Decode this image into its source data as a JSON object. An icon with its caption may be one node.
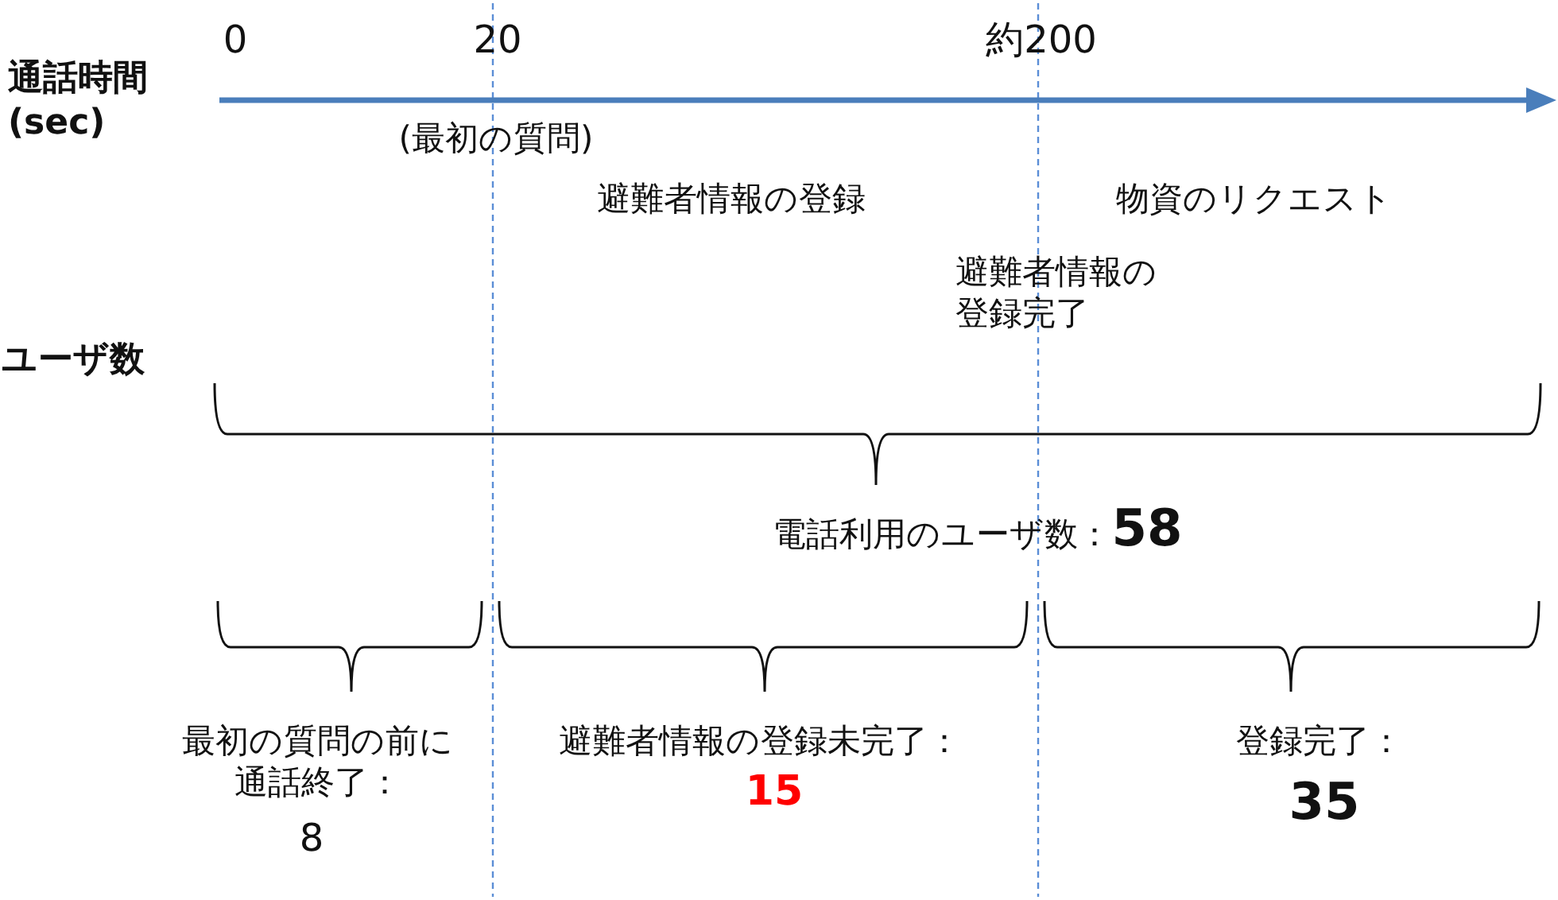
{
  "diagram": {
    "labels": [
      "通話時間 (sec)",
      "0",
      "20",
      "約200",
      "(最初の質問)",
      "避難者情報の登録",
      "物資のリクエスト",
      "避難者情報の登録完了",
      "ユーザ数",
      "電話利用のユーザ数：**58**",
      "最初の質問の前に通話終了：",
      "避難者情報の登録未完了：",
      "登録完了：",
      "8",
      "15",
      "35"
    ]
  }
}
